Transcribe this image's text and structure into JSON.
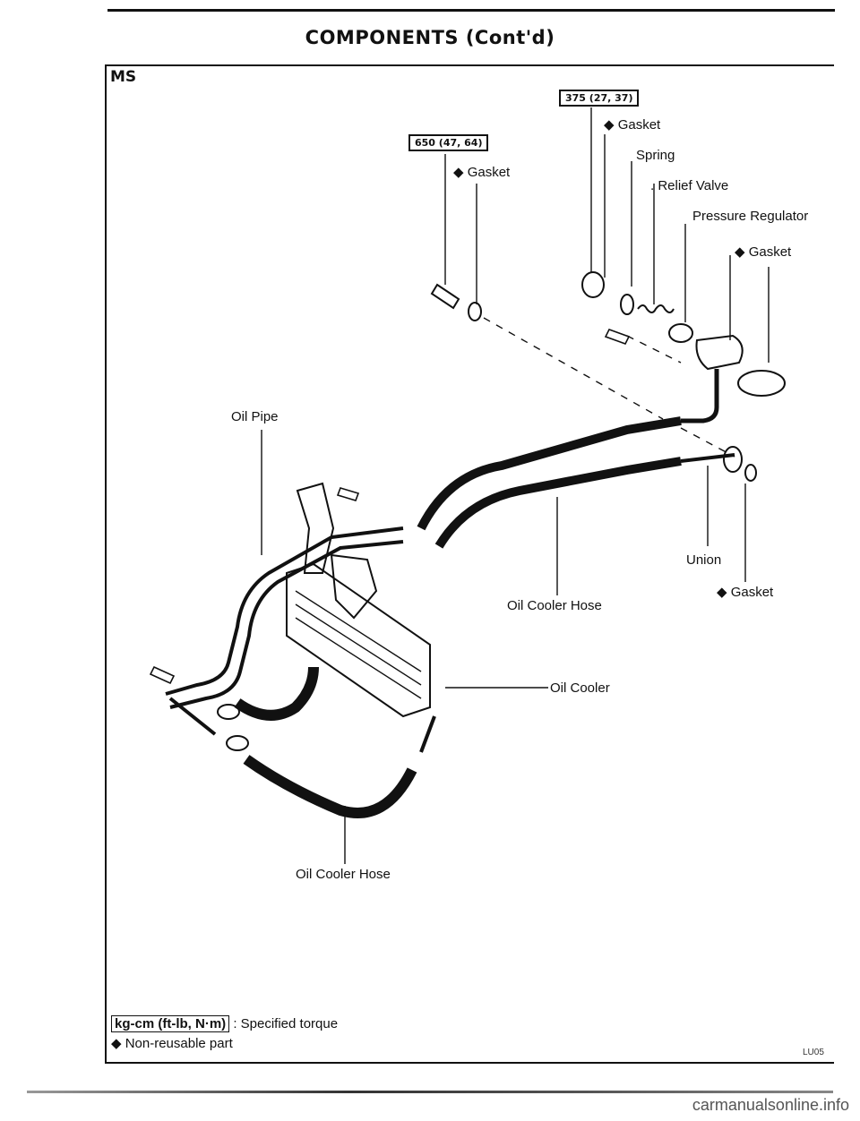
{
  "header": {
    "title": "COMPONENTS (Cont'd)",
    "section_tag": "MS"
  },
  "torque_boxes": {
    "upper_right": "375 (27, 37)",
    "upper_left": "650 (47, 64)"
  },
  "labels": {
    "gasket_top_right": "◆ Gasket",
    "spring": "Spring",
    "relief_valve": ". Relief Valve",
    "pressure_regulator": "Pressure Regulator",
    "gasket_right": "◆ Gasket",
    "gasket_left": "◆ Gasket",
    "oil_pipe": "Oil Pipe",
    "union": "Union",
    "gasket_union": "◆ Gasket",
    "oil_cooler_hose_upper": "Oil Cooler Hose",
    "oil_cooler": "Oil Cooler",
    "oil_cooler_hose_lower": "Oil Cooler Hose"
  },
  "legend": {
    "torque_box": "kg-cm (ft-lb, N·m)",
    "torque_text": ": Specified torque",
    "nonreusable": "◆ Non-reusable part"
  },
  "figure_code": "LU05",
  "footer": {
    "site": "carmanualsonline.info"
  }
}
